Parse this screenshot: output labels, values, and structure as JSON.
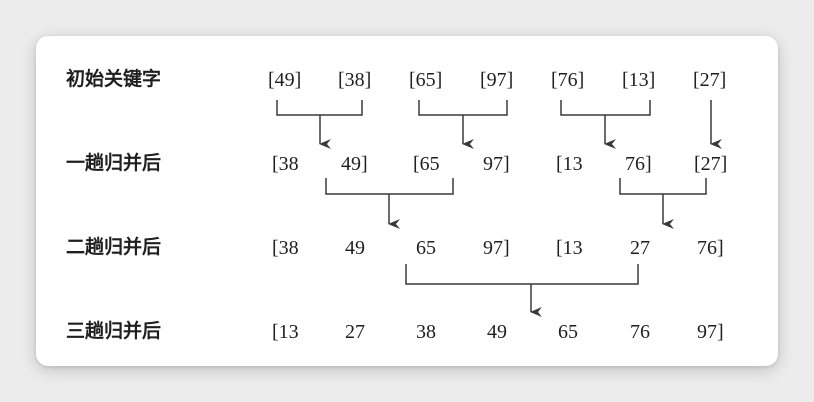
{
  "diagram": {
    "rows": [
      {
        "label": "初始关键字",
        "cells": [
          "[49]",
          "[38]",
          "[65]",
          "[97]",
          "[76]",
          "[13]",
          "[27]"
        ]
      },
      {
        "label": "一趟归并后",
        "cells": [
          "[38",
          "49]",
          "[65",
          "97]",
          "[13",
          "76]",
          "[27]"
        ]
      },
      {
        "label": "二趟归并后",
        "cells": [
          "[38",
          "49",
          "65",
          "97]",
          "[13",
          "27",
          "76]"
        ]
      },
      {
        "label": "三趟归并后",
        "cells": [
          "[13",
          "27",
          "38",
          "49",
          "65",
          "76",
          "97]"
        ]
      }
    ],
    "colors": {
      "line": "#3a3a3a",
      "text": "#1f1f1f"
    }
  }
}
